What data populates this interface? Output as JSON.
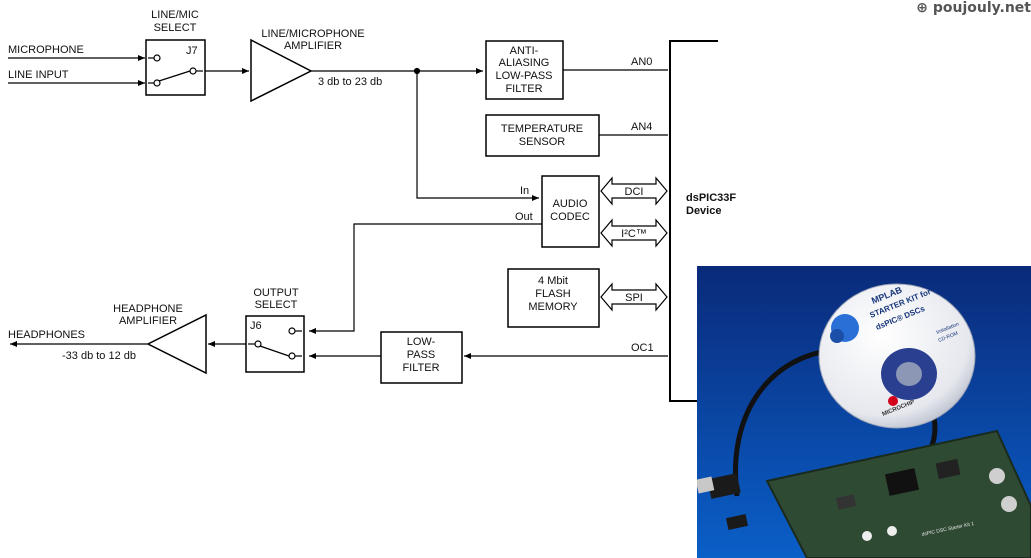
{
  "watermark": "poujouly.net",
  "inputs": {
    "microphone": "MICROPHONE",
    "line_input": "LINE INPUT"
  },
  "line_mic_select": {
    "title_l1": "LINE/MIC",
    "title_l2": "SELECT",
    "jumper": "J7"
  },
  "amplifier": {
    "title_l1": "LINE/MICROPHONE",
    "title_l2": "AMPLIFIER",
    "gain": "3 db to 23 db"
  },
  "anti_aliasing": {
    "l1": "ANTI-",
    "l2": "ALIASING",
    "l3": "LOW-PASS",
    "l4": "FILTER",
    "pin": "AN0"
  },
  "temperature": {
    "l1": "TEMPERATURE",
    "l2": "SENSOR",
    "pin": "AN4"
  },
  "codec": {
    "l1": "AUDIO",
    "l2": "CODEC",
    "in_label": "In",
    "out_label": "Out",
    "dci": "DCI",
    "i2c": "I²C™"
  },
  "flash": {
    "l1": "4 Mbit",
    "l2": "FLASH",
    "l3": "MEMORY",
    "bus": "SPI"
  },
  "device": {
    "l1": "dsPIC33F",
    "l2": "Device"
  },
  "output_select": {
    "title_l1": "OUTPUT",
    "title_l2": "SELECT",
    "jumper": "J6"
  },
  "headphone_amp": {
    "title_l1": "HEADPHONE",
    "title_l2": "AMPLIFIER",
    "gain": "-33 db to 12 db"
  },
  "headphones": "HEADPHONES",
  "lowpass": {
    "l1": "LOW-",
    "l2": "PASS",
    "l3": "FILTER",
    "pin": "OC1"
  },
  "photo": {
    "cd_l1": "MPLAB",
    "cd_l2": "STARTER KIT for",
    "cd_l3": "dsPIC® DSCs",
    "cd_l4": "Installation",
    "cd_l5": "CD-ROM",
    "brand": "MICROCHIP",
    "board_label": "dsPIC DSC Starter Kit 1"
  },
  "colors": {
    "line": "#000000",
    "photo_bg_top": "#0a2a7a",
    "photo_bg_bottom": "#0a5fc8",
    "pcb": "#2f4a33",
    "microchip_red": "#d3001c"
  }
}
